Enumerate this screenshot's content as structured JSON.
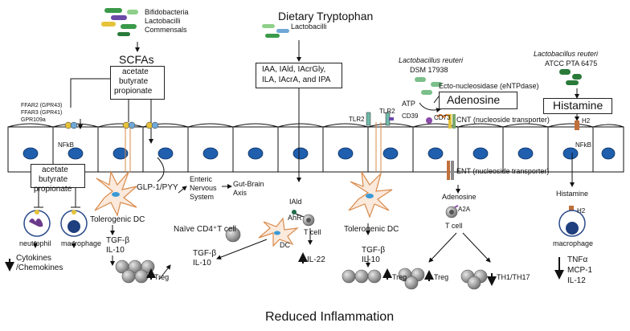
{
  "bacteria_top": [
    "Bifidobacteria",
    "Lactobacilli",
    "Commensals"
  ],
  "scfas": {
    "title": "SCFAs",
    "box_lines": [
      "acetate",
      "butyrate",
      "propionate"
    ],
    "receptors": [
      "FFAR2 (GPR43)",
      "FFAR3 (GPR41)",
      "GPR109a"
    ],
    "nfkb": "NFkB",
    "lower_box_lines": [
      "acetate",
      "butyrate",
      "propionate"
    ],
    "neutrophil": "neutrophil",
    "macrophage": "macrophage",
    "cytokines_lines": [
      "Cytokines",
      "/Chemokines"
    ],
    "tolerogenic_dc": "Tolerogenic DC",
    "tgfb": "TGF-β",
    "il10": "IL-10",
    "treg": "Treg",
    "naive_t": "Naïve CD4⁺T cell",
    "tgfb2": "TGF-β",
    "il10_2": "IL-10",
    "glp": "GLP-1/PYY",
    "ens_lines": [
      "Enteric",
      "Nervous",
      "System"
    ],
    "gut_brain_lines": [
      "Gut-Brain",
      "Axis"
    ]
  },
  "tryptophan": {
    "title": "Dietary Tryptophan",
    "lactobacilli": "Lactobacilli",
    "metabolite_lines": [
      "IAA, IAld, IAcrGly,",
      "ILA, IAcrA, and IPA"
    ],
    "iald": "IAld",
    "ahr": "AhR",
    "dc": "DC",
    "tcell": "T cell",
    "il22": "IL-22"
  },
  "tlr": {
    "tlr2_a": "TLR2",
    "tlr2_b": "TLR2",
    "tolerogenic_dc": "Tolerogenic DC",
    "tgfb": "TGF-β",
    "il10": "IL-10",
    "treg": "Treg"
  },
  "adenosine": {
    "species": "Lactobacillus reuteri",
    "strain": "DSM 17938",
    "enzyme": "Ecto-nucleosidase (eNTPdase)",
    "atp": "ATP",
    "title": "Adenosine",
    "cd39": "CD39",
    "cd73": "CD73",
    "cnt": "CNT (nucleoside transporter)",
    "ent": "ENT (nucleoside transporter)",
    "adenosine_label": "Adenosine",
    "a2a": "A2A",
    "tcell": "T cell",
    "treg": "Treg",
    "th_ratio": "TH1/TH17"
  },
  "histamine": {
    "species": "Lactobacillus reuteri",
    "strain": "ATCC PTA 6475",
    "title": "Histamine",
    "h2": "H2",
    "nfkb": "NFkB",
    "histamine_label": "Histamine",
    "h2_b": "H2",
    "macrophage": "macrophage",
    "outputs": [
      "TNFα",
      "MCP-1",
      "IL-12"
    ]
  },
  "footer": "Reduced Inflammation",
  "colors": {
    "cell_fill": "#ffffff",
    "nucleus": "#1f5fae",
    "dc_orange": "#d98a4a",
    "bacteria_green": "#3a9a4a",
    "bacteria_purple": "#6b4aa8",
    "bacteria_yellow": "#e5c23a",
    "tcell_gray": "#8a8a8a"
  }
}
